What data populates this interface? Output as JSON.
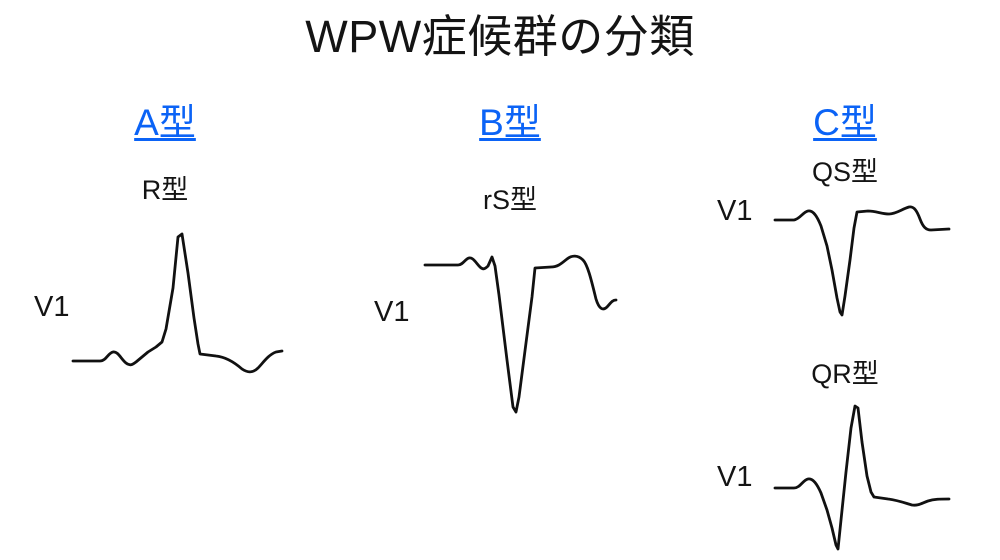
{
  "title": "WPW症候群の分類",
  "columns": [
    {
      "id": "type-a",
      "heading": "A型",
      "waveforms": [
        {
          "id": "a-r",
          "pattern_label": "R型",
          "lead_label": "V1",
          "description": "tall-R-with-delta-wave"
        }
      ]
    },
    {
      "id": "type-b",
      "heading": "B型",
      "waveforms": [
        {
          "id": "b-rs",
          "pattern_label": "rS型",
          "lead_label": "V1",
          "description": "small-r-deep-S-with-delta-wave"
        }
      ]
    },
    {
      "id": "type-c",
      "heading": "C型",
      "waveforms": [
        {
          "id": "c-qs",
          "pattern_label": "QS型",
          "lead_label": "V1",
          "description": "deep-QS-complex"
        },
        {
          "id": "c-qr",
          "pattern_label": "QR型",
          "lead_label": "V1",
          "description": "deep-Q-then-tall-R"
        }
      ]
    }
  ],
  "colors": {
    "heading_blue": "#0b63f6",
    "text_black": "#141414",
    "trace_black": "#111111",
    "background": "#ffffff"
  }
}
